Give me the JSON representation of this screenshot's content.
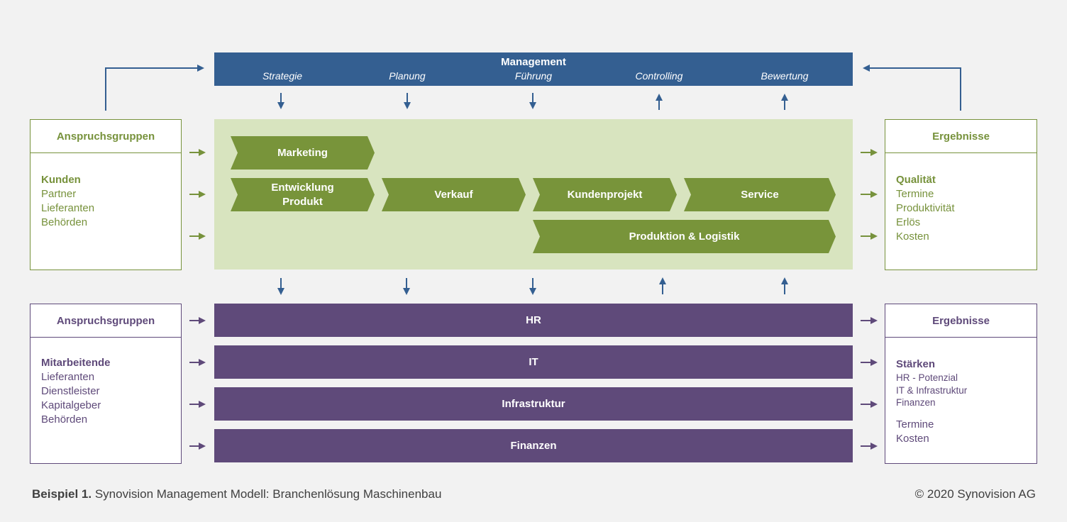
{
  "management": {
    "title": "Management",
    "items": [
      "Strategie",
      "Planung",
      "Führung",
      "Controlling",
      "Bewertung"
    ]
  },
  "processes": {
    "marketing": "Marketing",
    "entwicklung": [
      "Entwicklung",
      "Produkt"
    ],
    "verkauf": "Verkauf",
    "kundenprojekt": "Kundenprojekt",
    "service": "Service",
    "produktion": "Produktion & Logistik"
  },
  "support": {
    "hr": "HR",
    "it": "IT",
    "infrastruktur": "Infrastruktur",
    "finanzen": "Finanzen"
  },
  "left_top": {
    "title": "Anspruchsgruppen",
    "items": [
      "Kunden",
      "Partner",
      "Lieferanten",
      "Behörden"
    ]
  },
  "right_top": {
    "title": "Ergebnisse",
    "items": [
      "Qualität",
      "Termine",
      "Produktivität",
      "Erlös",
      "Kosten"
    ]
  },
  "left_bottom": {
    "title": "Anspruchsgruppen",
    "items": [
      "Mitarbeitende",
      "Lieferanten",
      "Dienstleister",
      "Kapitalgeber",
      "Behörden"
    ]
  },
  "right_bottom": {
    "title": "Ergebnisse",
    "head": "Stärken",
    "sub_items": [
      "HR - Potenzial",
      "IT & Infrastruktur",
      "Finanzen"
    ],
    "items": [
      "Termine",
      "Kosten"
    ]
  },
  "caption": {
    "label": "Beispiel 1.",
    "text": " Synovision Management Modell: Branchenlösung Maschinenbau"
  },
  "copyright": "© 2020 Synovision AG",
  "colors": {
    "management": "#345f91",
    "process": "#78943a",
    "process_bg": "#d8e4bf",
    "support": "#5f4a7a",
    "background": "#f2f2f2"
  }
}
